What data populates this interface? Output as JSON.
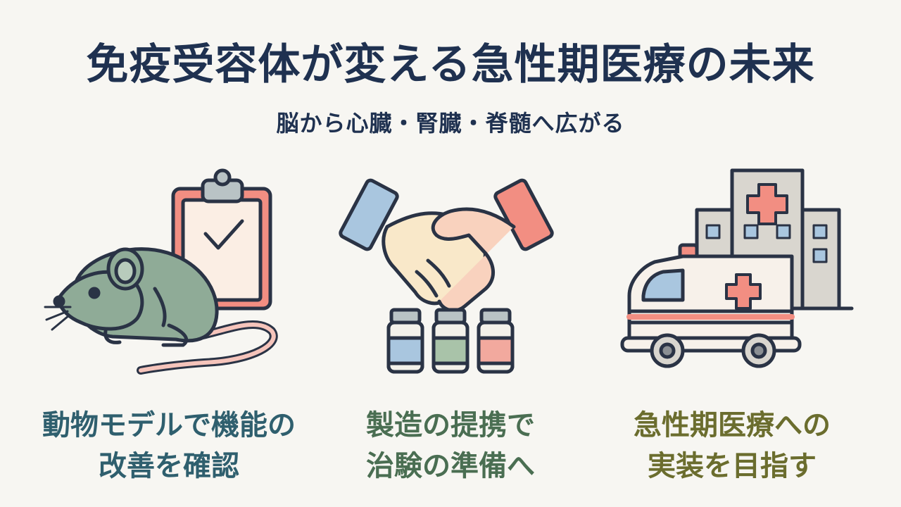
{
  "header": {
    "title": "免疫受容体が変える急性期医療の未来",
    "subtitle": "脳から心臓・腎臓・脊髄へ広がる"
  },
  "panels": [
    {
      "icon": "mouse-clipboard-icon",
      "line1": "動物モデルで機能の",
      "line2": "改善を確認"
    },
    {
      "icon": "handshake-vials-icon",
      "line1": "製造の提携で",
      "line2": "治験の準備へ"
    },
    {
      "icon": "ambulance-hospital-icon",
      "line1": "急性期医療への",
      "line2": "実装を目指す"
    }
  ],
  "colors": {
    "title": "#1f3150",
    "caption1": "#2f5f6e",
    "caption2": "#4a6e52",
    "caption3": "#6b6d2e",
    "outline": "#2a3345"
  }
}
